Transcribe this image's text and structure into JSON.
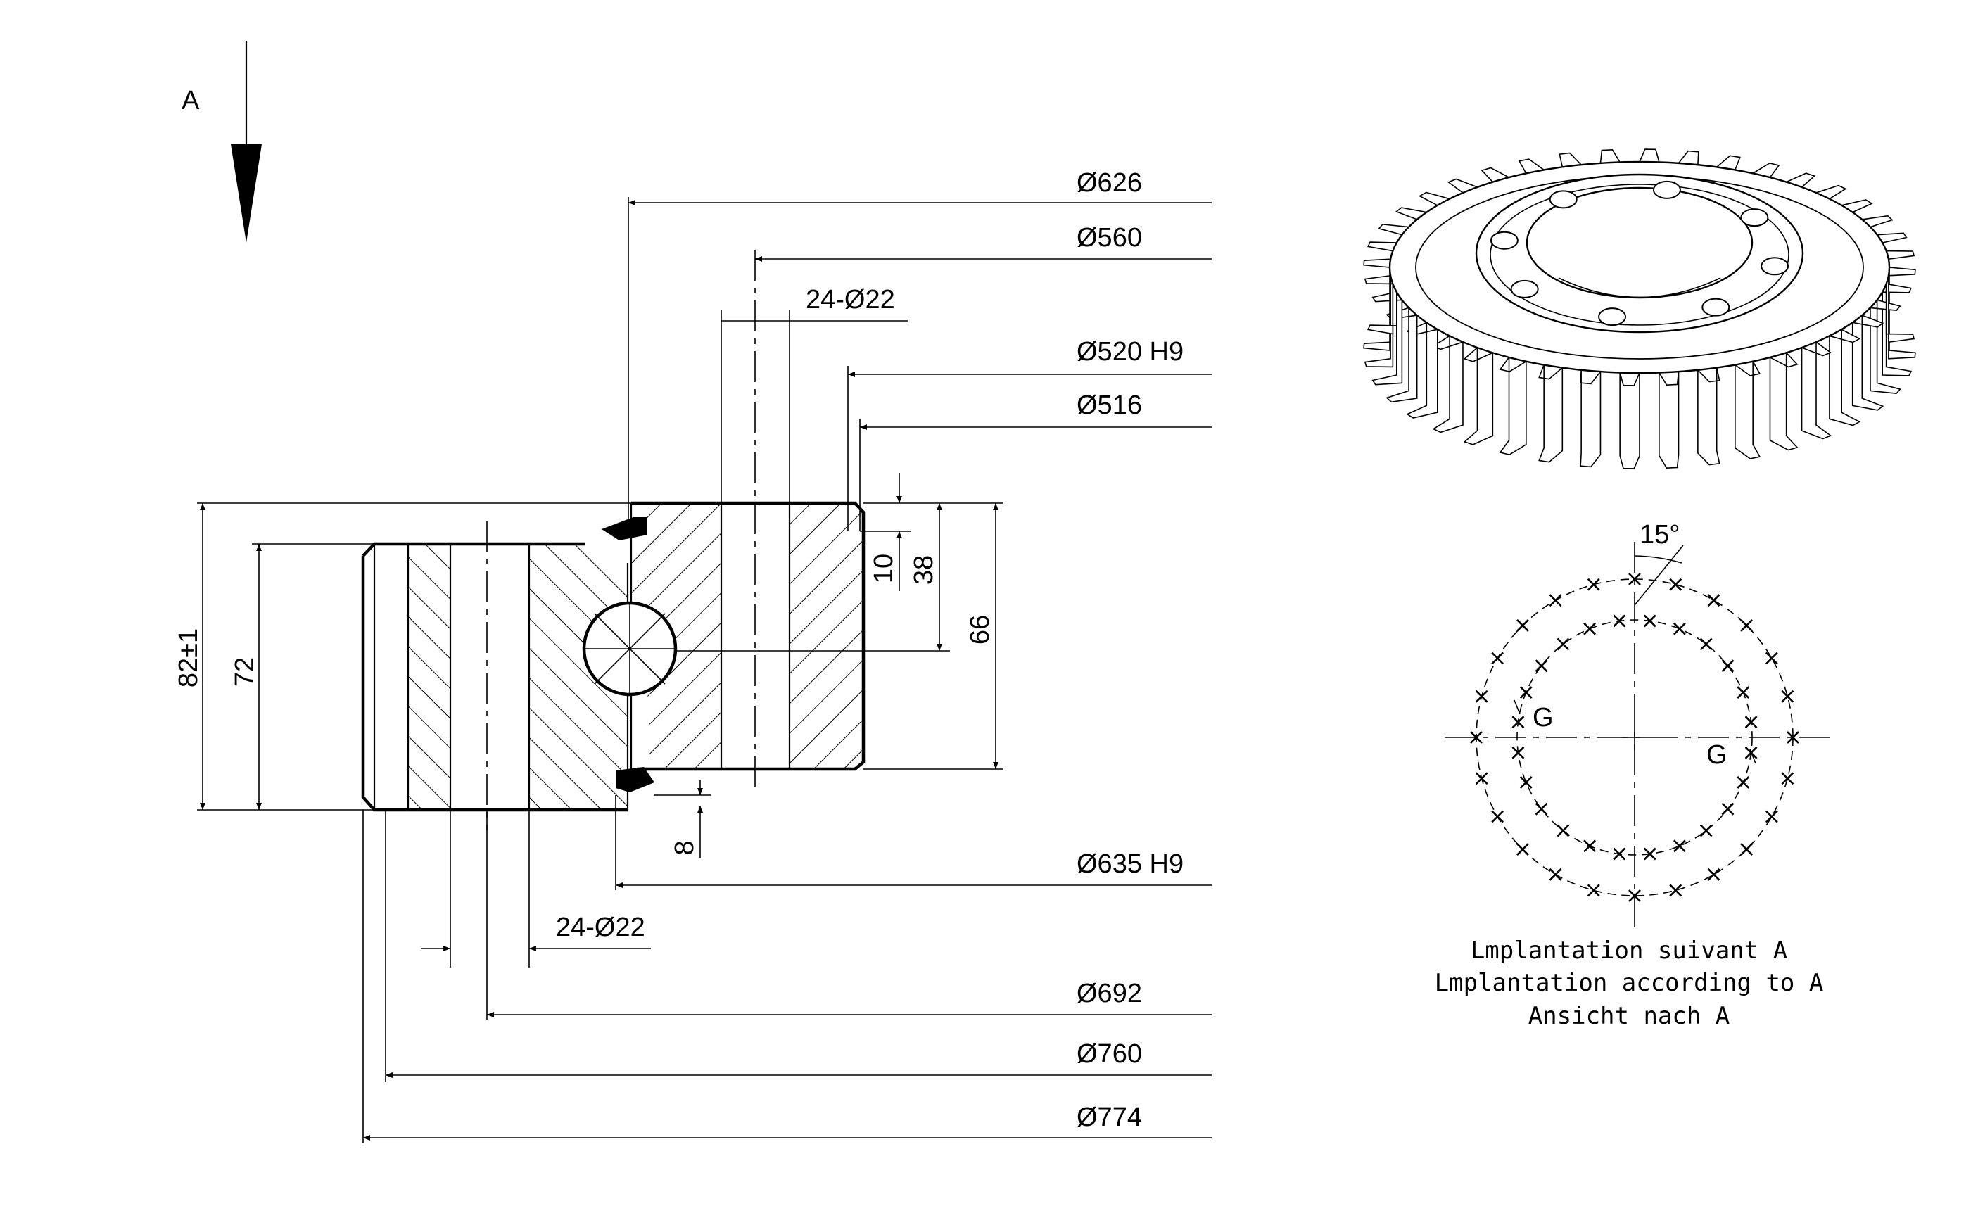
{
  "view_label": "A",
  "dims": {
    "d626": "Ø626",
    "d560": "Ø560",
    "holes_top": "24-Ø22",
    "d520": "Ø520 H9",
    "d516": "Ø516",
    "d635": "Ø635 H9",
    "holes_bottom": "24-Ø22",
    "d692": "Ø692",
    "d760": "Ø760",
    "d774": "Ø774",
    "h82": "82±1",
    "h72": "72",
    "h66": "66",
    "h38": "38",
    "h10": "10",
    "h8": "8"
  },
  "layout_view": {
    "angle": "15°",
    "g_left": "G",
    "g_right": "G"
  },
  "caption": [
    "Lmplantation suivant A",
    "Lmplantation according to A",
    "Ansicht nach A"
  ]
}
